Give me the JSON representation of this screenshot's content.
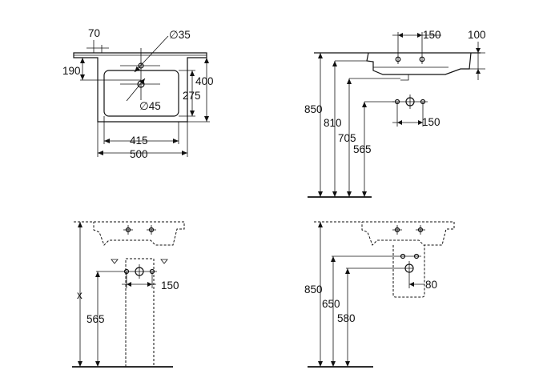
{
  "top_view": {
    "dim_tap_offset": "70",
    "dim_tap_hole": "∅35",
    "dim_tap_depth": "190",
    "dim_depth": "400",
    "dim_bowl_depth": "275",
    "dim_waste_hole": "∅45",
    "dim_bowl_width": "415",
    "dim_width": "500"
  },
  "side_view": {
    "dim_connections_spacing": "150",
    "dim_rim_height": "100",
    "dim_height_850": "850",
    "dim_height_810": "810",
    "dim_height_705": "705",
    "dim_height_565": "565",
    "dim_wall_connections_spacing": "150"
  },
  "pedestal_view": {
    "dim_x": "x",
    "dim_height_565": "565",
    "dim_connections_spacing": "150"
  },
  "semi_pedestal_view": {
    "dim_height_850": "850",
    "dim_height_650": "650",
    "dim_height_580": "580",
    "dim_waste_offset": "80"
  }
}
